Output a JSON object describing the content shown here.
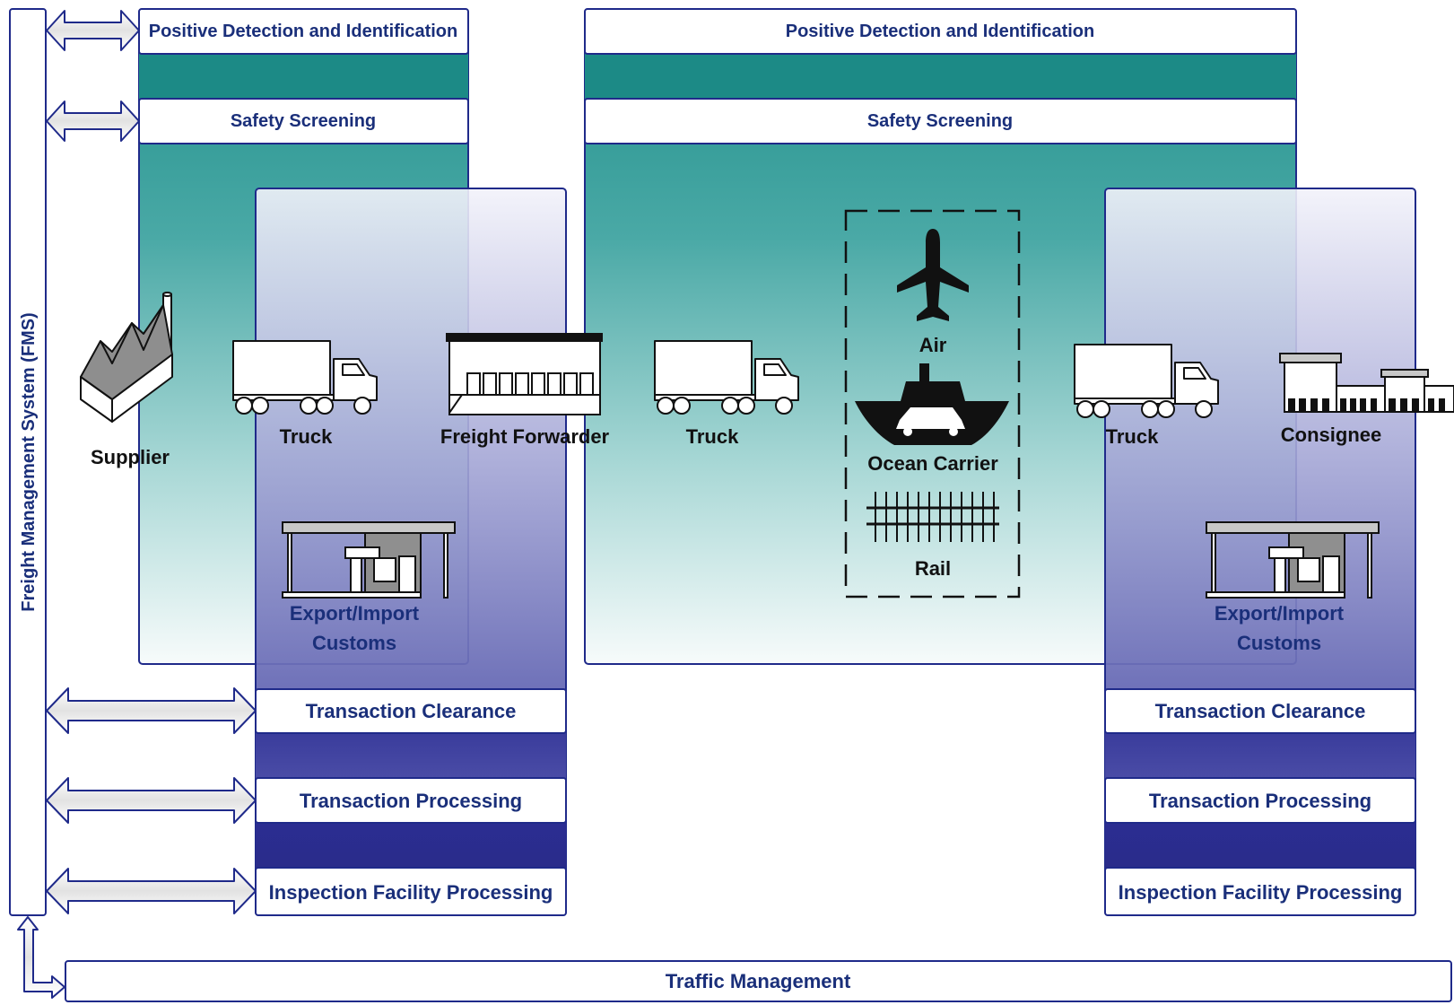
{
  "fms": {
    "label": "Freight Management System (FMS)"
  },
  "left_region": {
    "bar1": "Positive Detection and Identification",
    "bar2": "Safety Screening"
  },
  "center_region": {
    "bar1": "Positive Detection and Identification",
    "bar2": "Safety Screening"
  },
  "left_customs": {
    "bars": [
      "Transaction Clearance",
      "Transaction Processing",
      "Inspection Facility Processing"
    ],
    "booth_label": [
      "Export/Import",
      "Customs"
    ]
  },
  "right_customs": {
    "bars": [
      "Transaction Clearance",
      "Transaction Processing",
      "Inspection Facility Processing"
    ],
    "booth_label": [
      "Export/Import",
      "Customs"
    ]
  },
  "nodes": {
    "supplier": "Supplier",
    "truck_1": "Truck",
    "freight_forwarder": "Freight Forwarder",
    "truck_2": "Truck",
    "air": "Air",
    "ocean_carrier": "Ocean Carrier",
    "rail": "Rail",
    "truck_3": "Truck",
    "consignee": "Consignee"
  },
  "traffic": {
    "label": "Traffic Management"
  },
  "colors": {
    "outline": "#1f2a8a",
    "teal": "#1f8d87",
    "navy": "#2b2d8f",
    "text": "#1a2f7a"
  }
}
